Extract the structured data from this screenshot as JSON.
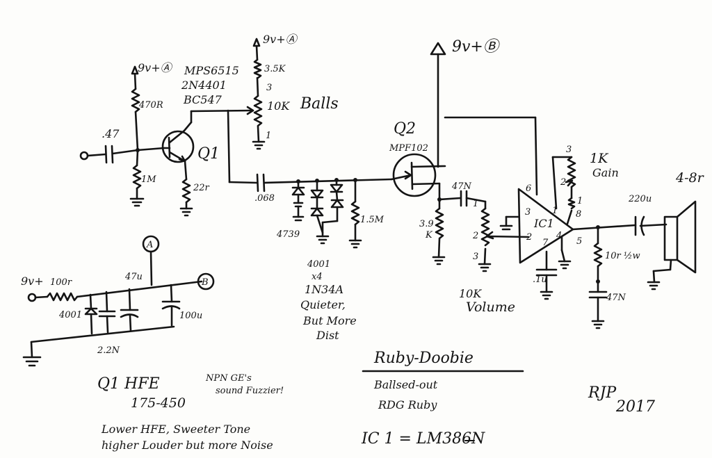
{
  "title": "Ruby-Doobie",
  "subtitle_line1": "Ballsed-out",
  "subtitle_line2": "RDG Ruby",
  "ic_note": "IC 1 = LM386N",
  "signature_initials": "RJP",
  "signature_year": "2017",
  "notes": {
    "q1_hfe": "Q1 HFE",
    "q1_hfe_range": "175-450",
    "npn_ge_line1": "NPN GE's",
    "npn_ge_line2": "sound Fuzzier!",
    "lower_hfe": "Lower HFE, Sweeter Tone",
    "higher_hfe": "higher  Louder but more Noise",
    "diodes_line1": "4001",
    "diodes_line2": "x4",
    "diodes_line3": "1N34A",
    "diodes_line4": "Quieter,",
    "diodes_line5": "But More",
    "diodes_line6": "Dist"
  },
  "labels": {
    "supply_a_1": "9v+Ⓐ",
    "supply_a_2": "9v+Ⓐ",
    "supply_b": "9v+Ⓑ",
    "supply_in": "9v+",
    "node_a": "A",
    "node_b": "B",
    "cap_in": ".47",
    "r_470": "470R",
    "r_1m": "1M",
    "r_22": "22r",
    "q1_parts_1": "MPS6515",
    "q1_parts_2": "2N4401",
    "q1_parts_3": "BC547",
    "q1": "Q1",
    "r_35k": "3.5K",
    "pot_balls": "10K",
    "balls": "Balls",
    "pin3_balls": "3",
    "pin1_balls": "1",
    "cap_068": ".068",
    "d_4739": "4739",
    "r_15m": "1.5M",
    "q2": "Q2",
    "mpf102": "MPF102",
    "cap_47n_top": "47N",
    "r_39k_a": "3.9",
    "r_39k_b": "K",
    "pot_vol": "10K",
    "volume": "Volume",
    "vol_pin1": "1",
    "vol_pin2": "2",
    "vol_pin3": "3",
    "ic1": "IC1",
    "pin6": "6",
    "pin3": "3",
    "pin1": "1",
    "pin2": "2",
    "pin7": "7",
    "pin4": "4",
    "pin5": "5",
    "pin8": "8",
    "gain_pin3": "3",
    "gain_pin2": "2",
    "gain_pin1": "1",
    "gain_value": "1K",
    "gain": "Gain",
    "cap_1u": ".1u",
    "cap_220u": "220u",
    "r_10r": "10r ½w",
    "cap_47n_out": "47N",
    "speaker": "4-8r",
    "r_100": "100r",
    "d_4001": "4001",
    "cap_47u": "47u",
    "cap_100u": "100u",
    "cap_22n": "2.2N"
  }
}
